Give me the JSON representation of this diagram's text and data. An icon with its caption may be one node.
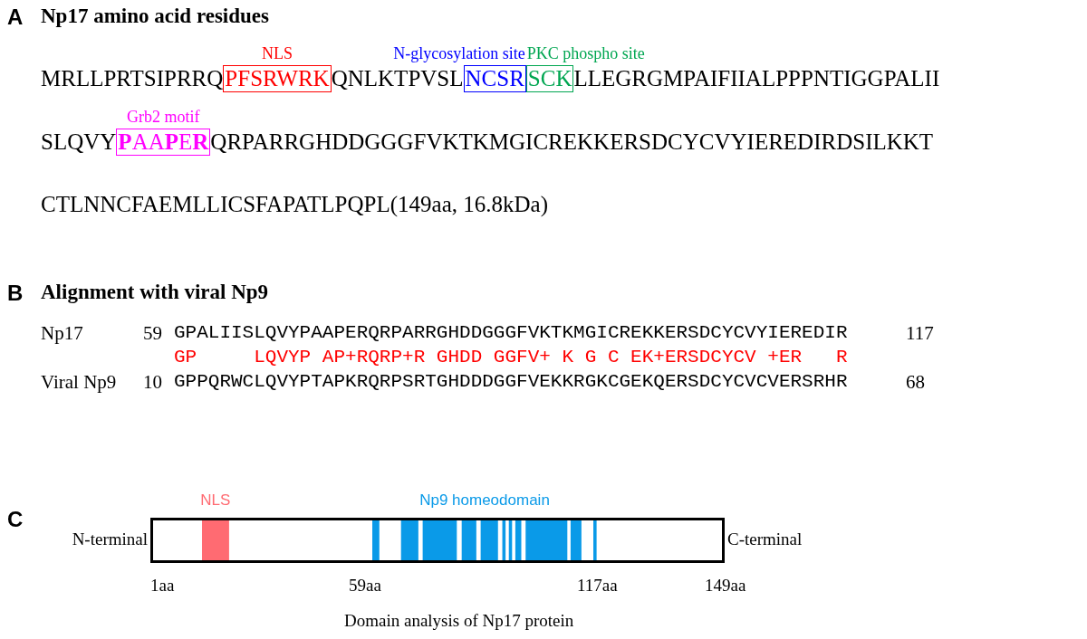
{
  "diagram": {
    "nodes": [
      {
        "text": [
          "PFSRWRK"
        ],
        "beside": [
          "NLS"
        ]
      },
      {
        "text": [
          "NCSR"
        ],
        "beside": [
          "N-glycosylation site"
        ]
      },
      {
        "text": [
          "SCK"
        ],
        "beside": [
          "PKC phospho site"
        ]
      },
      {
        "text": [
          "**P**AA**P**E**R**"
        ],
        "beside": [
          "Grb2 motif"
        ]
      },
      {
        "text": [],
        "shape": "box",
        "beside": [
          "N-terminal",
          "C-terminal"
        ]
      },
      {
        "text": [],
        "shape": "bar",
        "in": 4,
        "beside": [
          "NLS"
        ]
      },
      {
        "text": [],
        "shape": "bar",
        "in": 4,
        "beside": [
          "Np9 homeodomain"
        ]
      }
    ],
    "edges": [],
    "labels": [
      "A",
      "Np17 amino acid residues",
      "MRLLPRTSIPRRQ",
      "QNLKTPVSL",
      "LLEGRGMPAIFIIALPPPNTIGGPALII",
      "SLQVY",
      "QRPARRGHDDGGGFVKTKMGICREKKERSDCYCVYIEREDIRDSILKKT",
      "CTLNNCFAEMLLICSFAPATLPQPL(149aa, 16.8kDa)",
      "B",
      "Alignment with viral Np9",
      "Np17",
      "59",
      "GPALIISLQVYPAAPERQRPARRGHDDGGGFVKTKMGICREKKERSDCYCVYIEREDIR",
      "117",
      "GP     LQVYP AP+RQRP+R GHDD GGFV+ K G C EK+ERSDCYCV +ER   R",
      "Viral Np9",
      "10",
      "GPPQRWCLQVYPTAPKRQRPSRTGHDDDGGFVEKKRGKCGEKQERSDCYCVCVERSRHR",
      "68",
      "C",
      "1aa",
      "59aa",
      "117aa",
      "149aa",
      "Domain analysis of Np17 protein"
    ]
  }
}
